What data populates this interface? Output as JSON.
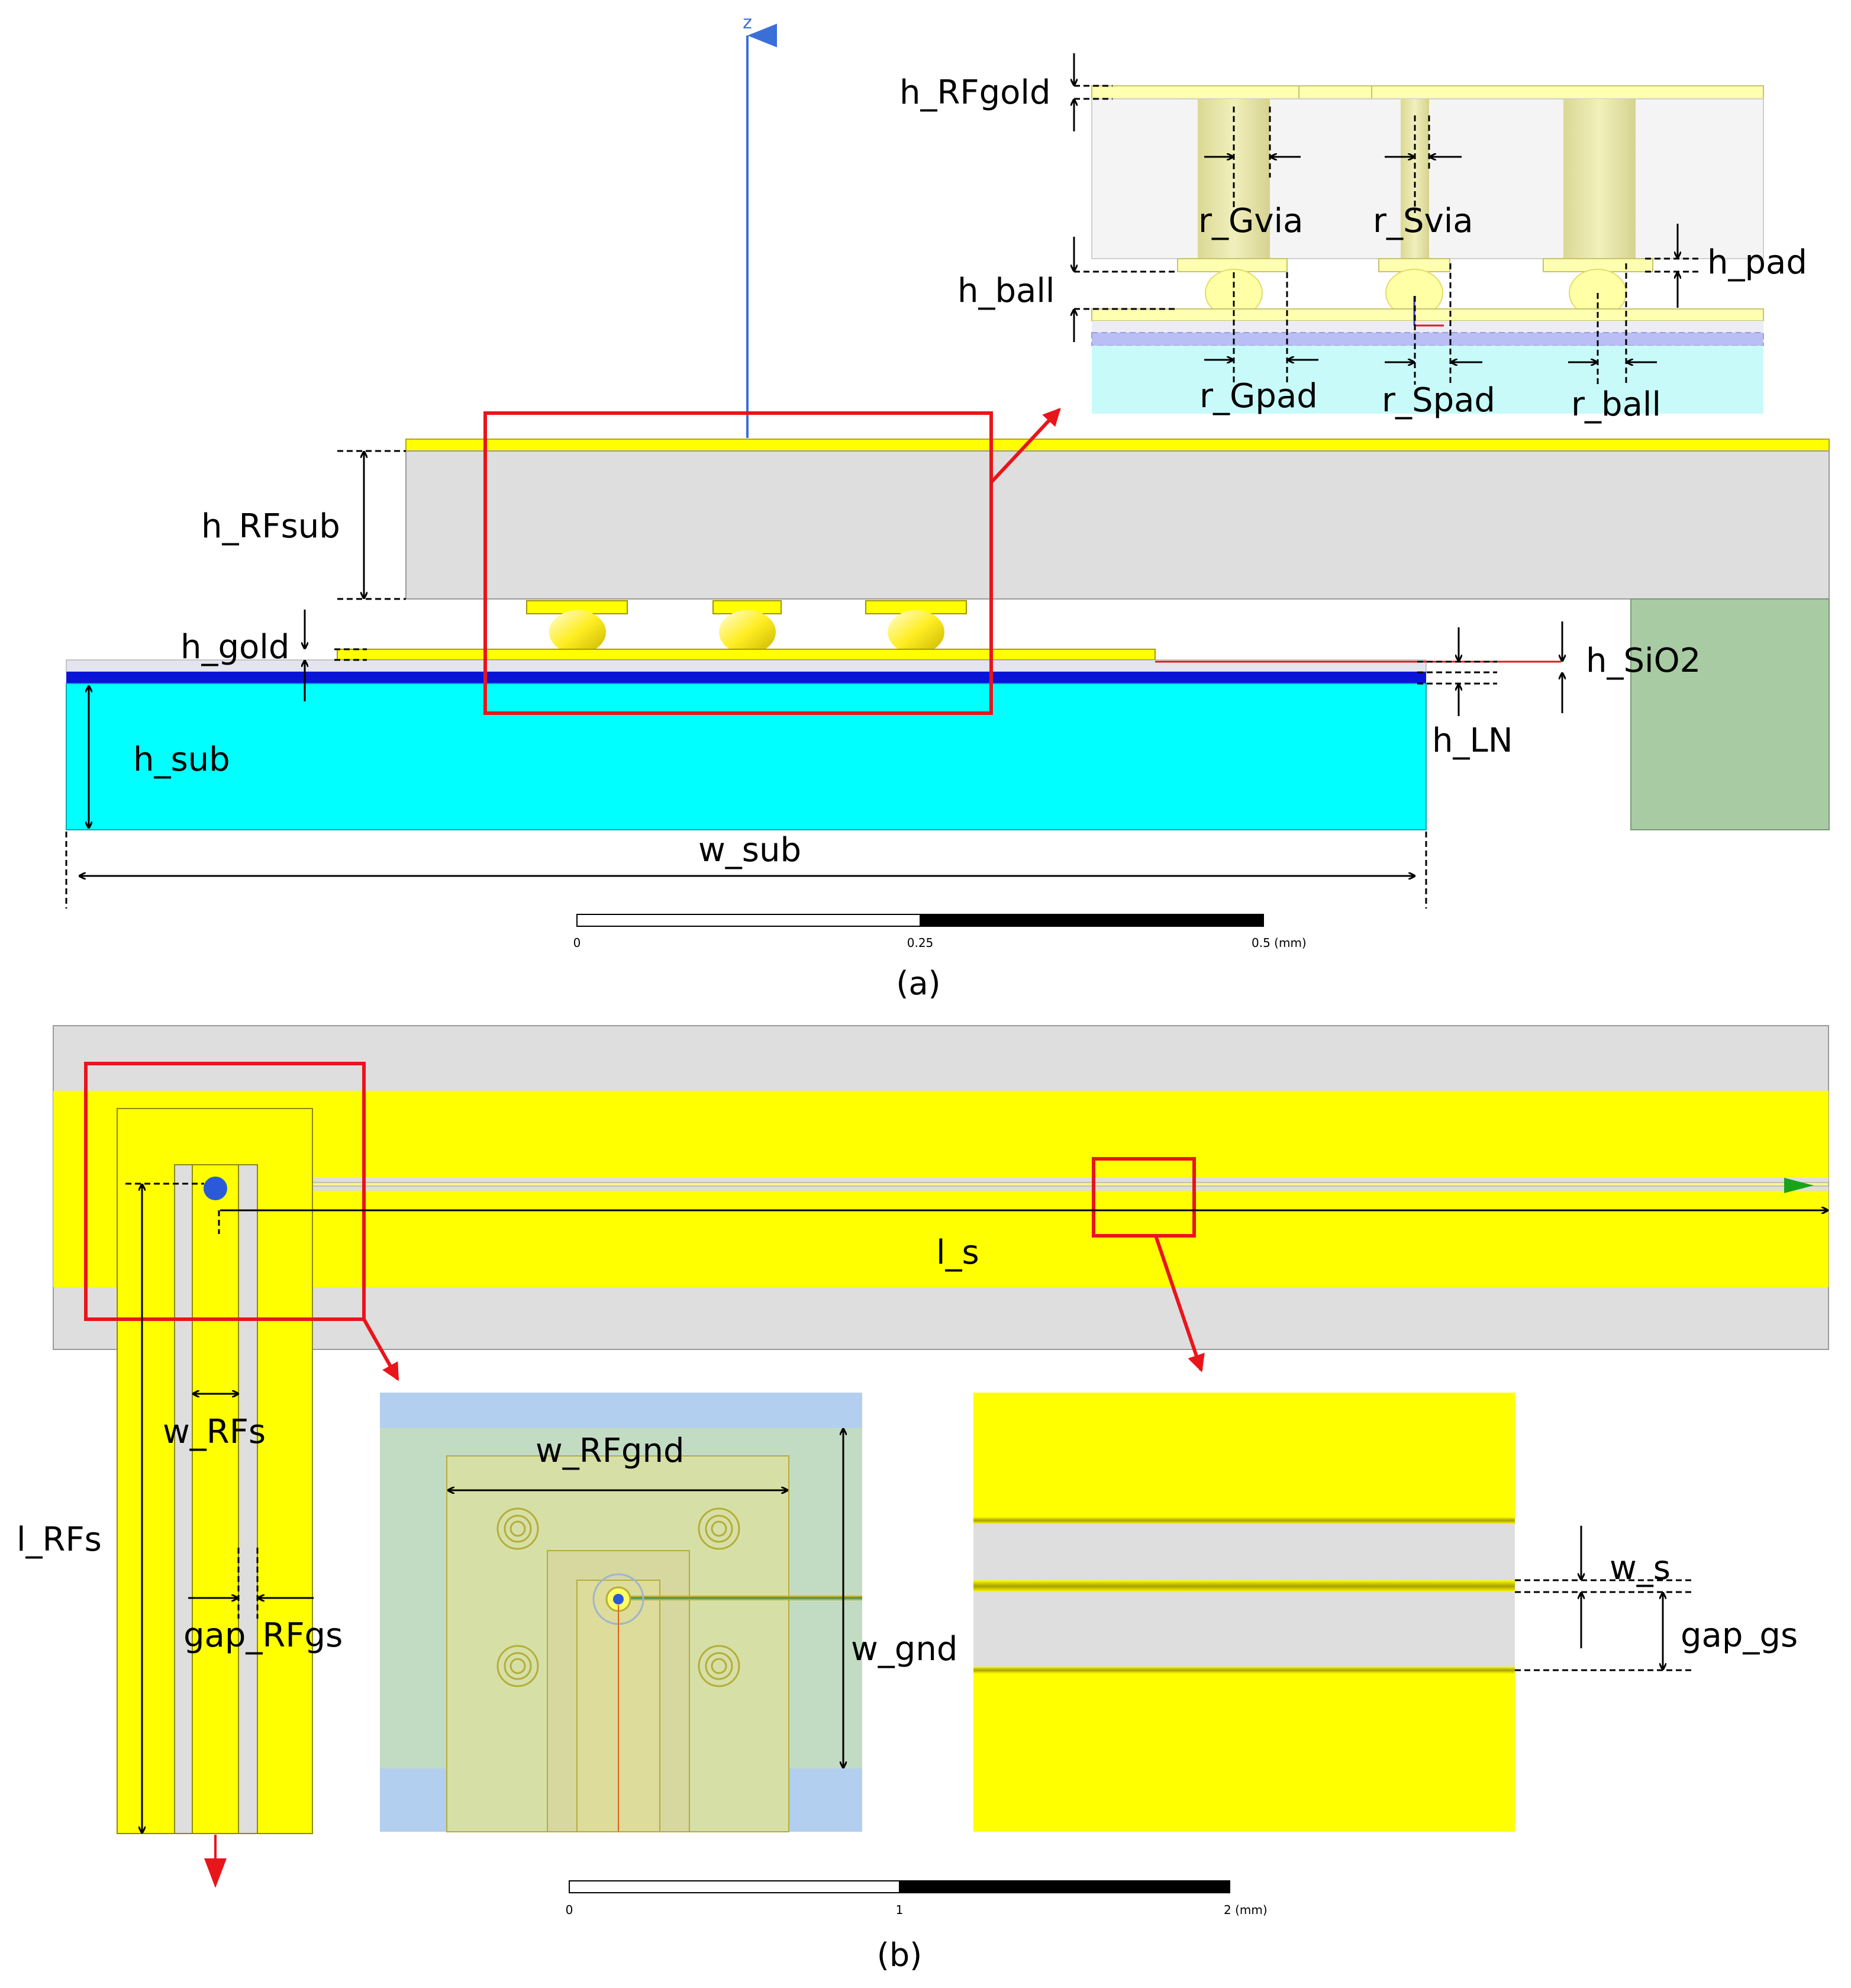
{
  "figure_a": {
    "caption": "(a)",
    "axis_label": "z",
    "labels": {
      "h_RFgold": "h_RFgold",
      "r_Gvia": "r_Gvia",
      "r_Svia": "r_Svia",
      "h_ball": "h_ball",
      "h_pad": "h_pad",
      "r_Gpad": "r_Gpad",
      "r_Spad": "r_Spad",
      "r_ball": "r_ball",
      "h_RFsub": "h_RFsub",
      "h_gold": "h_gold",
      "h_SiO2": "h_SiO2",
      "h_LN": "h_LN",
      "h_sub": "h_sub",
      "w_sub": "w_sub"
    },
    "scale_bar": {
      "t0": "0",
      "t1": "0.25",
      "t2": "0.5 (mm)"
    }
  },
  "figure_b": {
    "caption": "(b)",
    "labels": {
      "l_s": "l_s",
      "w_RFs": "w_RFs",
      "l_RFs": "l_RFs",
      "gap_RFgs": "gap_RFgs",
      "w_RFgnd": "w_RFgnd",
      "w_gnd": "w_gnd",
      "w_s": "w_s",
      "gap_gs": "gap_gs"
    },
    "scale_bar": {
      "t0": "0",
      "t1": "1",
      "t2": "2 (mm)"
    }
  },
  "colors": {
    "gold": "#ffff00",
    "rf_substrate": "#dedede",
    "ln_substrate": "#00ffff",
    "ln_layer": "#0a14d6",
    "highlight_box": "#e8151b",
    "z_axis": "#3a6fd8",
    "probe": "#a8cba3"
  }
}
